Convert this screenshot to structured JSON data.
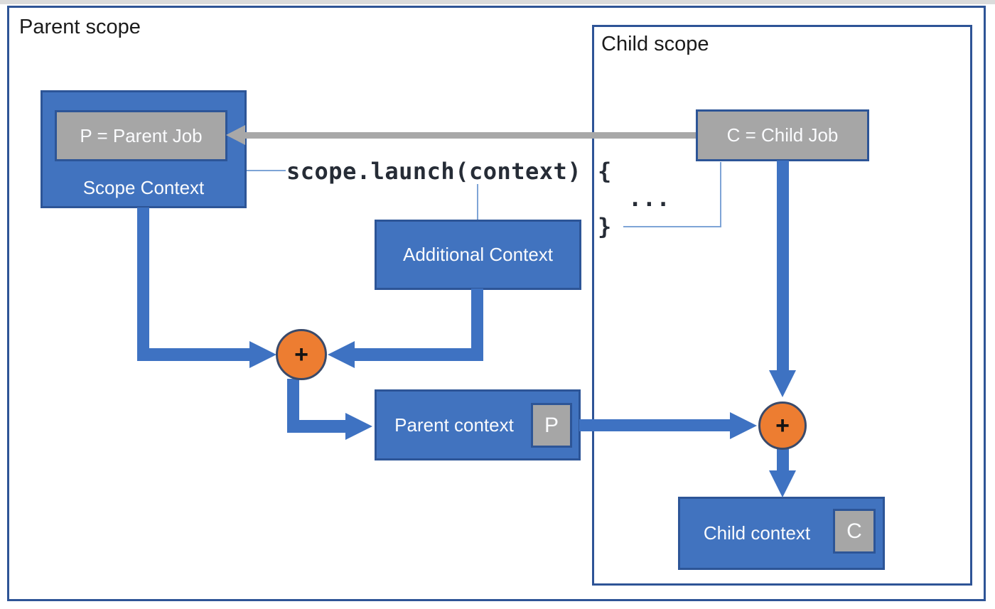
{
  "colors": {
    "box_blue": "#4173BF",
    "box_border_navy": "#2D5597",
    "scope_frame_border": "#2E5496",
    "gray_fill": "#A6A6A6",
    "arrow_blue": "#3E72C2",
    "arrow_gray": "#A8A8A8",
    "merge_orange": "#ED7D31",
    "merge_border": "#3A4A6A",
    "connector_light_blue": "#7EA4D6",
    "label_text": "#1B1B1B",
    "box_text": "#FAFBFD"
  },
  "parent_scope": {
    "label": "Parent scope"
  },
  "child_scope": {
    "label": "Child scope"
  },
  "scope_context": {
    "title": "Scope Context",
    "job": "P = Parent Job"
  },
  "child_job": {
    "label": "C = Child Job"
  },
  "additional_context": {
    "label": "Additional Context"
  },
  "code": {
    "call": "scope.launch(context)",
    "open": "{",
    "body": "...",
    "close": "}"
  },
  "parent_context": {
    "label": "Parent context",
    "badge": "P"
  },
  "child_context": {
    "label": "Child context",
    "badge": "C"
  },
  "merge": {
    "symbol": "+"
  }
}
